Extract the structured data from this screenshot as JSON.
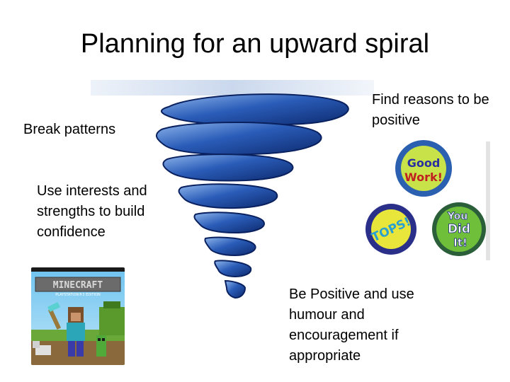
{
  "slide": {
    "title": "Planning for an upward spiral",
    "labels": {
      "break_patterns": "Break patterns",
      "find_reasons": "Find reasons to be positive",
      "use_interests": "Use interests and strengths to build confidence",
      "be_positive": "Be Positive and use humour and encouragement if appropriate"
    }
  },
  "badges": {
    "good_work_line1": "Good",
    "good_work_line2": "Work!",
    "tops": "TOPS!",
    "you_did_it_line1": "You",
    "you_did_it_line2": "Did",
    "you_did_it_line3": "It!"
  },
  "game_cover": {
    "logo": "MINECRAFT",
    "edition": "PLAYSTATION®3 EDITION"
  },
  "colors": {
    "spiral_dark": "#0d2a6e",
    "spiral_mid": "#2a5cb8",
    "spiral_light": "#8fb6ec",
    "good_work_ring": "#2b5fb0",
    "good_work_fill": "#c8e24a",
    "tops_ring": "#2a2f8a",
    "tops_fill": "#e8e63a",
    "you_did_it_fill": "#6fbf3a"
  }
}
